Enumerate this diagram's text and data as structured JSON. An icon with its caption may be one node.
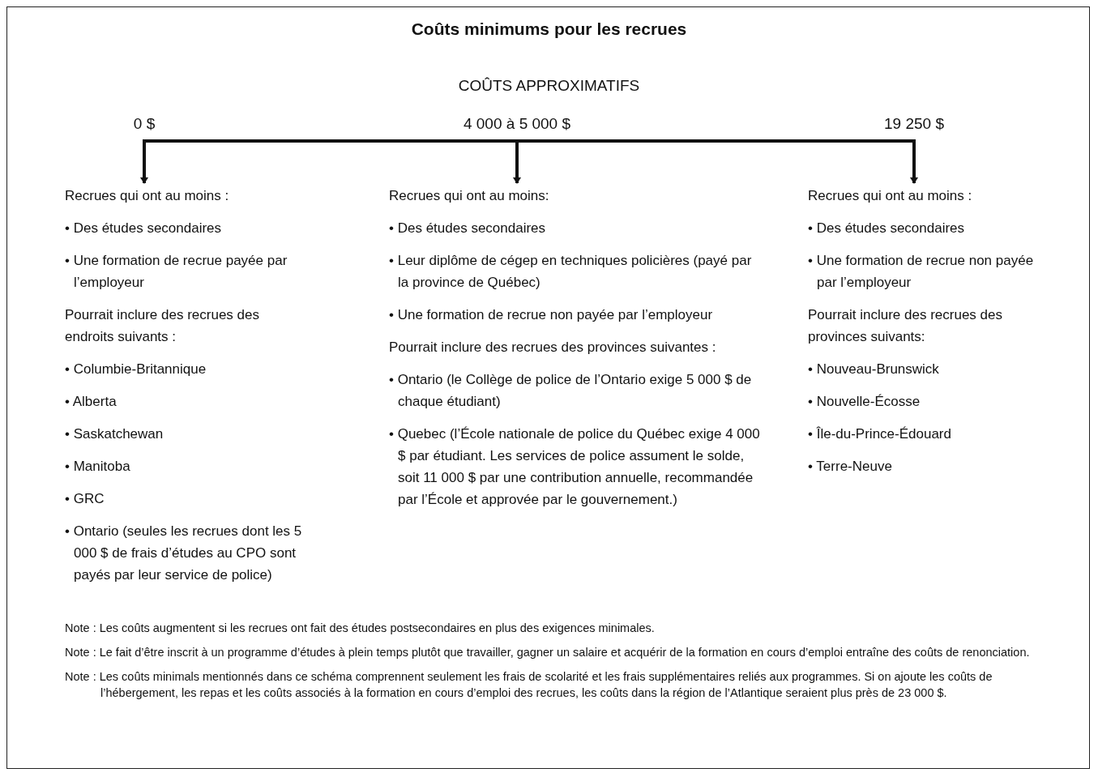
{
  "diagram": {
    "title": "Coûts minimums pour les recrues",
    "nodes": [
      {
        "text": [
          "0 $"
        ]
      },
      {
        "text": [
          "4 000 à 5 000 $"
        ]
      },
      {
        "text": [
          "19 250 $"
        ]
      },
      {
        "text": [
          "Recrues qui ont au moins :",
          "• Des études secondaires",
          "• Une formation de recrue payée par l’employeur",
          "Pourrait inclure des recrues des endroits suivants :",
          "• Columbie-Britannique",
          "• Alberta",
          "• Saskatchewan",
          "• Manitoba",
          "• GRC",
          "• Ontario (seules les recrues dont les 5 000 $ de frais d’études au CPO sont payés par leur service de police)"
        ]
      },
      {
        "text": [
          "Recrues qui ont au moins:",
          "• Des études secondaires",
          "• Leur diplôme de cégep en techniques policières (payé par la province de Québec)",
          "• Une formation de recrue non payée par l’employeur",
          "Pourrait inclure des recrues des provinces suivantes :",
          "• Ontario (le Collège de police de l’Ontario exige 5 000 $ de chaque étudiant)",
          "• Quebec (l’École nationale de police du Québec exige 4 000 $ par étudiant. Les services de police assument le solde, soit 11 000 $ par une contribution annuelle, recommandée par l’École et approvée par le gouvernement.)"
        ]
      },
      {
        "text": [
          "Recrues qui ont au moins :",
          "• Des études secondaires",
          "• Une formation de recrue non payée par l’employeur",
          "Pourrait inclure des recrues des provinces suivants:",
          "• Nouveau-Brunswick",
          "• Nouvelle-Écosse",
          "• Île-du-Prince-Édouard",
          "• Terre-Neuve"
        ]
      }
    ],
    "edges": [
      {
        "from": 0,
        "to": 3,
        "arrow": "to"
      },
      {
        "from": 1,
        "to": 4,
        "arrow": "to"
      },
      {
        "from": 2,
        "to": 5,
        "arrow": "to"
      }
    ],
    "labels": [
      "COÛTS APPROXIMATIFS",
      "Note : Les coûts augmentent si les recrues ont fait des études postsecondaires en plus des exigences minimales.",
      "Note : Le fait d’être inscrit à un programme d’études à plein temps plutôt que travailler, gagner un salaire et acquérir de la formation en cours d’emploi entraîne des coûts de renonciation.",
      "Note : Les coûts minimals mentionnés dans ce schéma comprennent seulement les frais de scolarité et les frais supplémentaires reliés aux programmes. Si on ajoute les coûts de l’hébergement, les repas et les coûts associés à la formation en cours d’emploi des recrues, les coûts dans la région de l’Atlantique seraient plus près de 23 000 $."
    ]
  }
}
